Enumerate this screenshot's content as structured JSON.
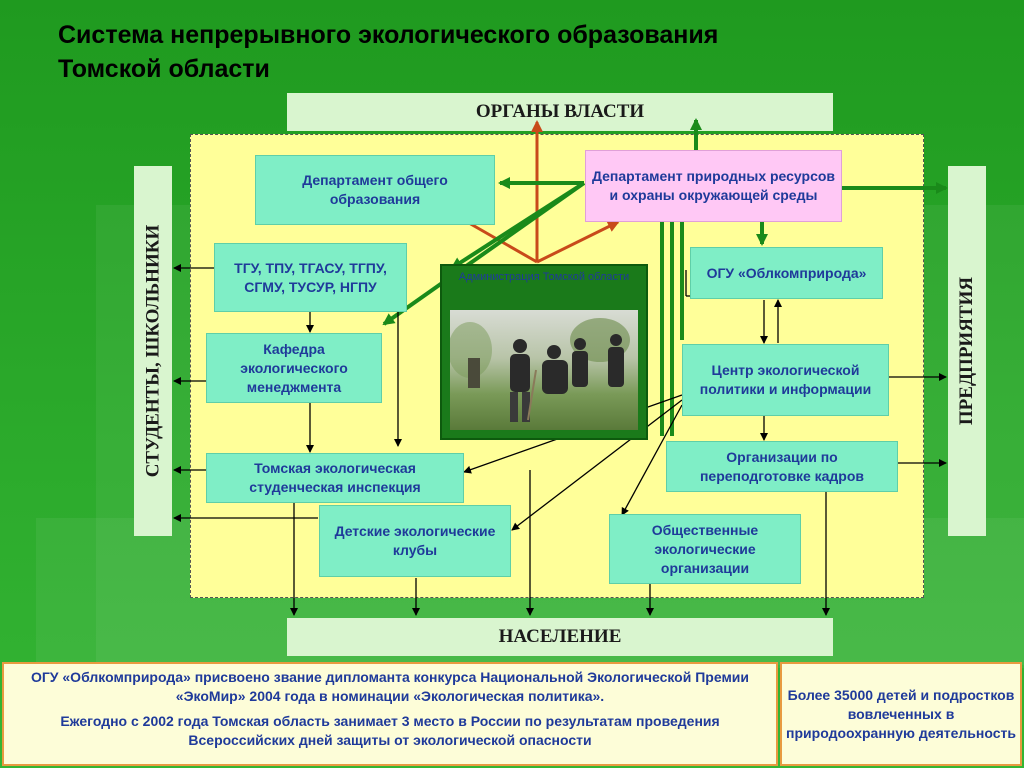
{
  "title_line1": "Система непрерывного экологического образования",
  "title_line2": "Томской области",
  "bands": {
    "top": "ОРГАНЫ ВЛАСТИ",
    "bottom": "НАСЕЛЕНИЕ",
    "left": "СТУДЕНТЫ, ШКОЛЬНИКИ",
    "right": "ПРЕДПРИЯТИЯ"
  },
  "boxes": {
    "dept_education": "Департамент общего образования",
    "dept_nature": "Департамент природных ресурсов и охраны окружающей среды",
    "universities": "ТГУ, ТПУ, ТГАСУ, ТГПУ, СГМУ, ТУСУР, НГПУ",
    "ogu": "ОГУ «Облкомприрода»",
    "chair": "Кафедра экологического менеджмента",
    "center": "Центр экологической политики и информации",
    "inspection": "Томская экологическая студенческая инспекция",
    "retraining": "Организации по переподготовке кадров",
    "clubs": "Детские экологические клубы",
    "public_orgs": "Общественные экологические организации",
    "administration": "Администрация Томской области"
  },
  "notes": {
    "award": "ОГУ «Облкомприрода» присвоено звание дипломанта конкурса Национальной Экологической Премии «ЭкоМир» 2004 года в номинации «Экологическая политика».",
    "annual": "Ежегодно с 2002 года Томская область занимает 3 место в России по результатам проведения Всероссийских дней защиты от экологической опасности",
    "children": "Более 35000 детей и подростков вовлеченных в природоохранную деятельность"
  },
  "colors": {
    "background": "#2aa82a",
    "box": "#7feec6",
    "box_pink": "#ffc8f5",
    "inner": "#ffff99",
    "band": "#d9f5cf",
    "text_blue": "#1f3a9a",
    "arrow_green": "#1a8a1a",
    "arrow_red": "#c84a1a",
    "note_border": "#e89a40"
  }
}
